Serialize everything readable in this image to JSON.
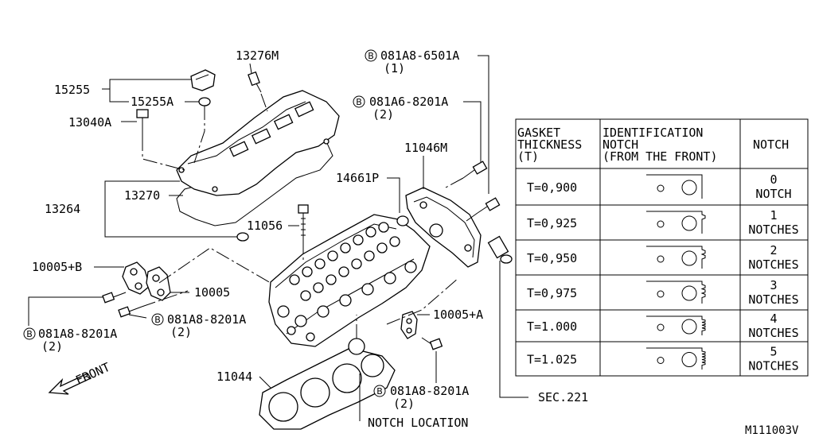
{
  "labels": {
    "p15255": "15255",
    "p15255a": "15255A",
    "p13276m": "13276M",
    "p13040a": "13040A",
    "p13264": "13264",
    "p13270": "13270",
    "p11056": "11056",
    "p10005b": "10005+B",
    "p10005": "10005",
    "p081a8_left": "081A8-8201A",
    "p081a8_left_qty": "(2)",
    "p081a8_mid": "081A8-8201A",
    "p081a8_mid_qty": "(2)",
    "p081a8_bot": "081A8-8201A",
    "p081a8_bot_qty": "(2)",
    "p10005a": "10005+A",
    "p11044": "11044",
    "notch_location": "NOTCH LOCATION",
    "front": "FRONT",
    "p081a8_top": "081A8-6501A",
    "p081a8_top_qty": "(1)",
    "p081a6": "081A6-8201A",
    "p081a6_qty": "(2)",
    "p11046m": "11046M",
    "p14661p": "14661P",
    "sec221": "SEC.221",
    "diagram_code": "M111003V",
    "bolt_symbol": "B"
  },
  "table": {
    "headers": {
      "col1_line1": "GASKET",
      "col1_line2": "THICKNESS",
      "col1_line3": "(T)",
      "col2_line1": "IDENTIFICATION",
      "col2_line2": "NOTCH",
      "col2_line3": "(FROM THE FRONT)",
      "col3": "NOTCH"
    },
    "rows": [
      {
        "thickness": "T=0,900",
        "count": "0",
        "unit": "NOTCH",
        "notches": 0
      },
      {
        "thickness": "T=0,925",
        "count": "1",
        "unit": "NOTCHES",
        "notches": 1
      },
      {
        "thickness": "T=0,950",
        "count": "2",
        "unit": "NOTCHES",
        "notches": 2
      },
      {
        "thickness": "T=0,975",
        "count": "3",
        "unit": "NOTCHES",
        "notches": 3
      },
      {
        "thickness": "T=1.000",
        "count": "4",
        "unit": "NOTCHES",
        "notches": 4
      },
      {
        "thickness": "T=1.025",
        "count": "5",
        "unit": "NOTCHES",
        "notches": 5
      }
    ]
  }
}
